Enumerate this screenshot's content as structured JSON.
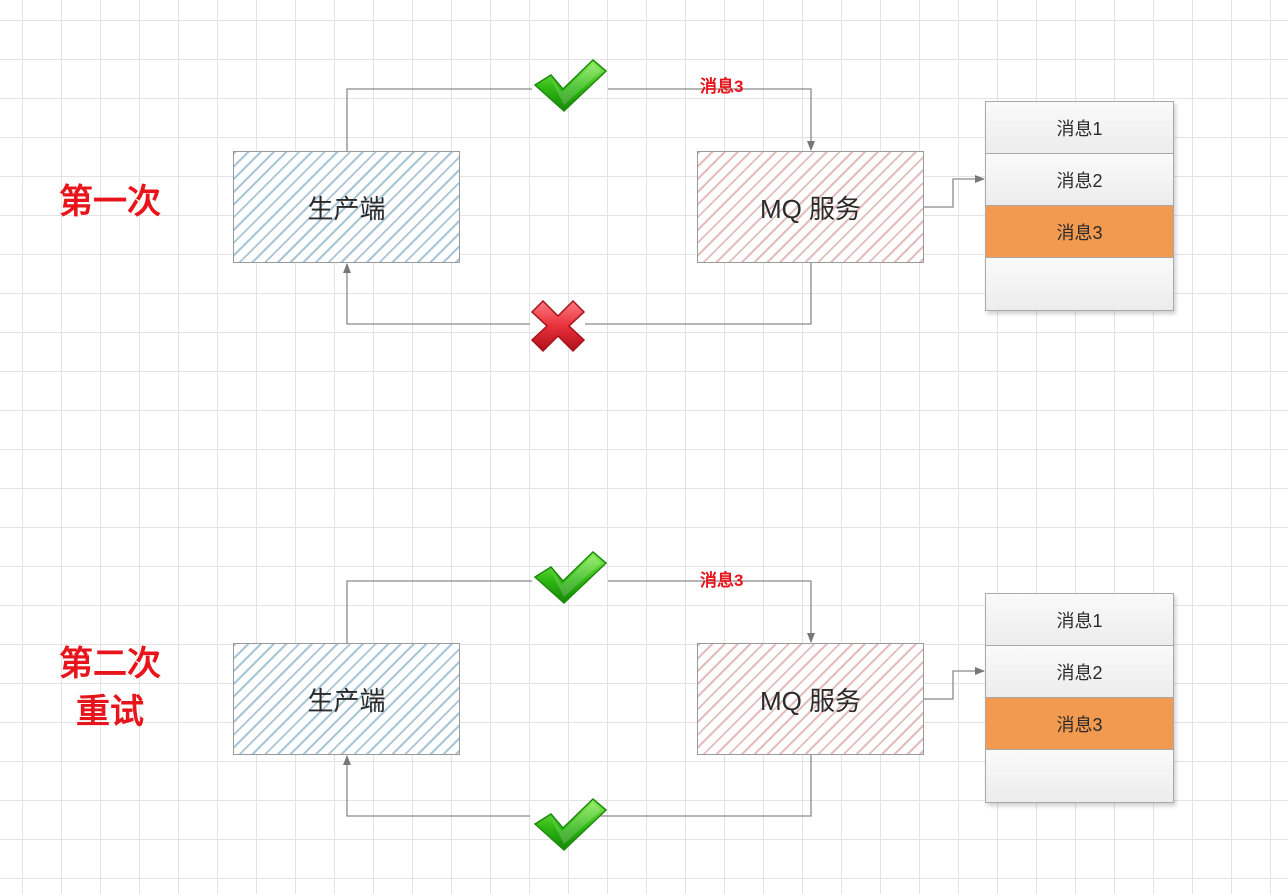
{
  "phases": [
    {
      "label_lines": [
        "第一次"
      ],
      "producer_label": "生产端",
      "mq_label": "MQ 服务",
      "message_label": "消息3",
      "send_status": "check-icon",
      "ack_status": "cross-icon",
      "queue": [
        "消息1",
        "消息2",
        "消息3",
        ""
      ],
      "highlighted_index": 2
    },
    {
      "label_lines": [
        "第二次",
        "重试"
      ],
      "producer_label": "生产端",
      "mq_label": "MQ 服务",
      "message_label": "消息3",
      "send_status": "check-icon",
      "ack_status": "check-icon",
      "queue": [
        "消息1",
        "消息2",
        "消息3",
        ""
      ],
      "highlighted_index": 2
    }
  ],
  "colors": {
    "label_red": "#e8141c",
    "highlight_orange": "#f29a4f",
    "connector_gray": "#8a8a8a",
    "check_green": "#3fbf1a",
    "cross_red": "#e8303a"
  }
}
